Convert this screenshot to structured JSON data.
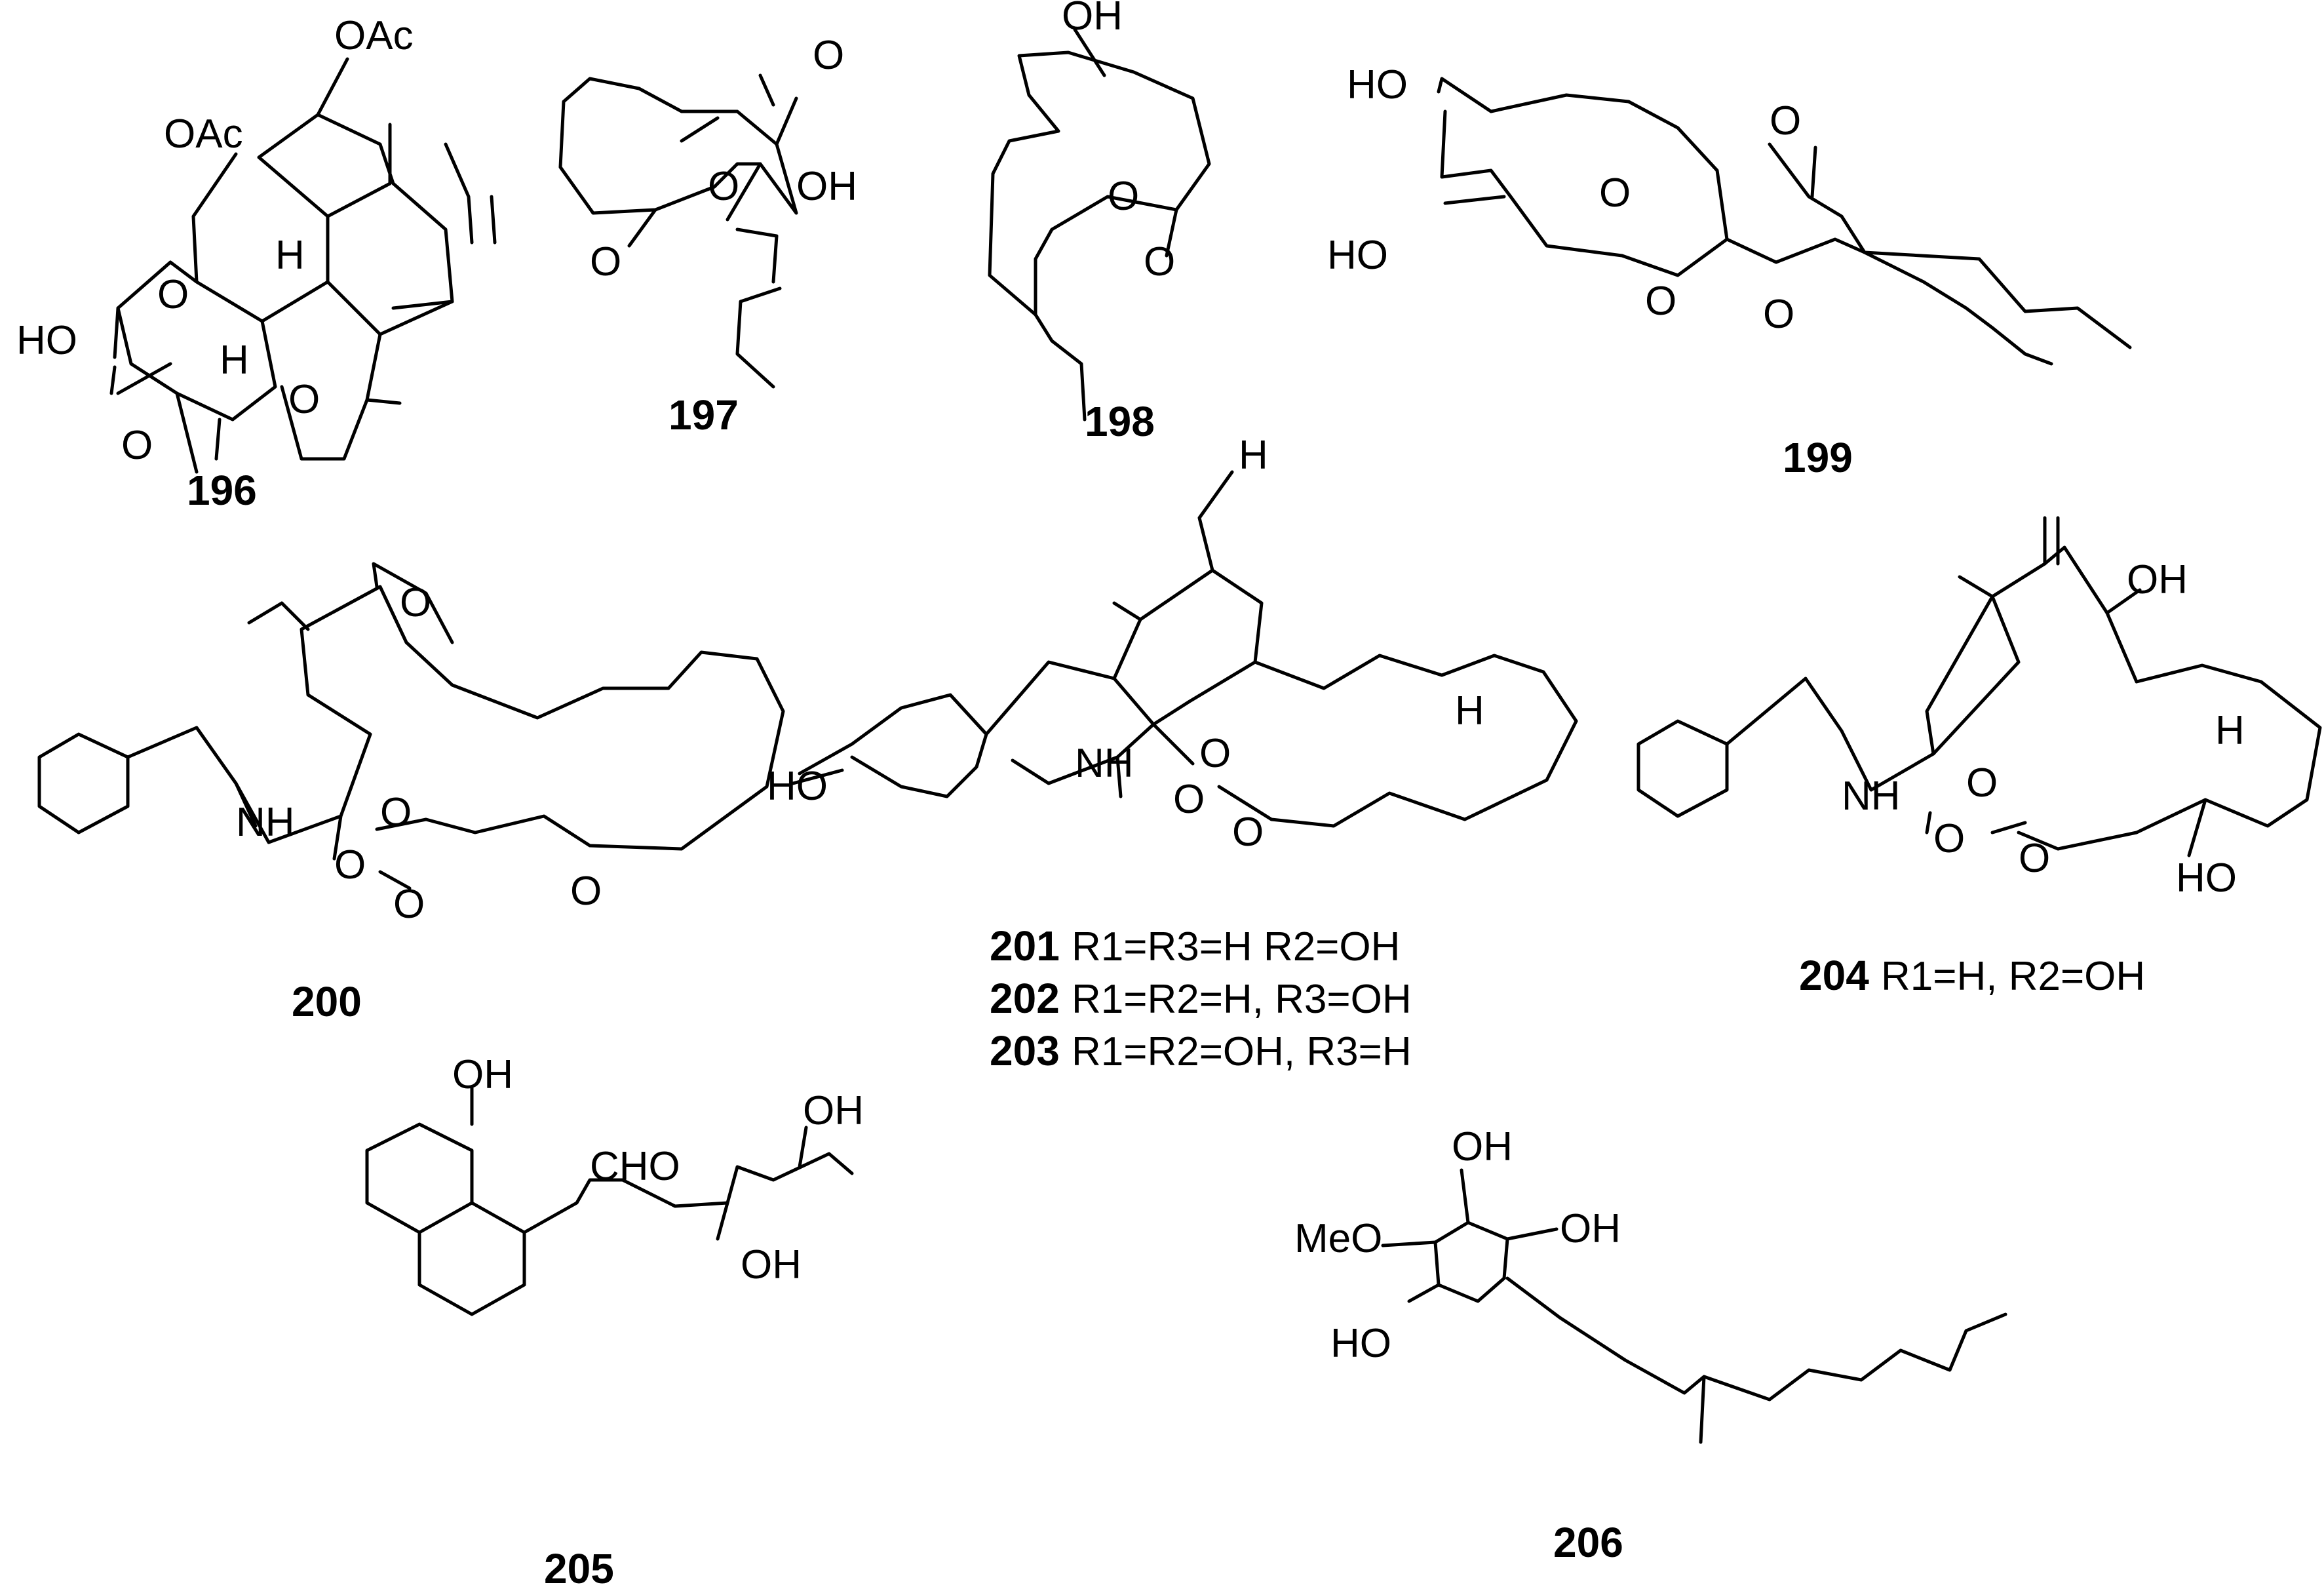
{
  "compounds": [
    {
      "id": "196",
      "labels": [
        "OAc",
        "OAc",
        "H",
        "H",
        "HO",
        "O",
        "O",
        "O"
      ]
    },
    {
      "id": "197",
      "labels": [
        "O",
        "O",
        "O",
        "OH"
      ]
    },
    {
      "id": "198",
      "labels": [
        "OH",
        "O",
        "O"
      ]
    },
    {
      "id": "199",
      "labels": [
        "HO",
        "HO",
        "O",
        "O",
        "O",
        "O"
      ]
    },
    {
      "id": "200",
      "labels": [
        "O",
        "NH",
        "O",
        "O",
        "O",
        "O"
      ]
    },
    {
      "id": "201",
      "labels": [
        "H",
        "HO",
        "NH",
        "O",
        "O",
        "O",
        "H"
      ]
    },
    {
      "id": "204",
      "labels": [
        "OH",
        "NH",
        "O",
        "O",
        "O",
        "H",
        "HO"
      ]
    },
    {
      "id": "205",
      "labels": [
        "OH",
        "CHO",
        "OH",
        "OH"
      ]
    },
    {
      "id": "206",
      "labels": [
        "OH",
        "MeO",
        "OH",
        "HO"
      ]
    }
  ],
  "captions": {
    "c201": {
      "num": "201",
      "text": "R1=R3=H R2=OH"
    },
    "c202": {
      "num": "202",
      "text": "R1=R2=H, R3=OH"
    },
    "c203": {
      "num": "203",
      "text": "R1=R2=OH, R3=H"
    },
    "c204": {
      "num": "204",
      "text": "R1=H, R2=OH"
    }
  }
}
